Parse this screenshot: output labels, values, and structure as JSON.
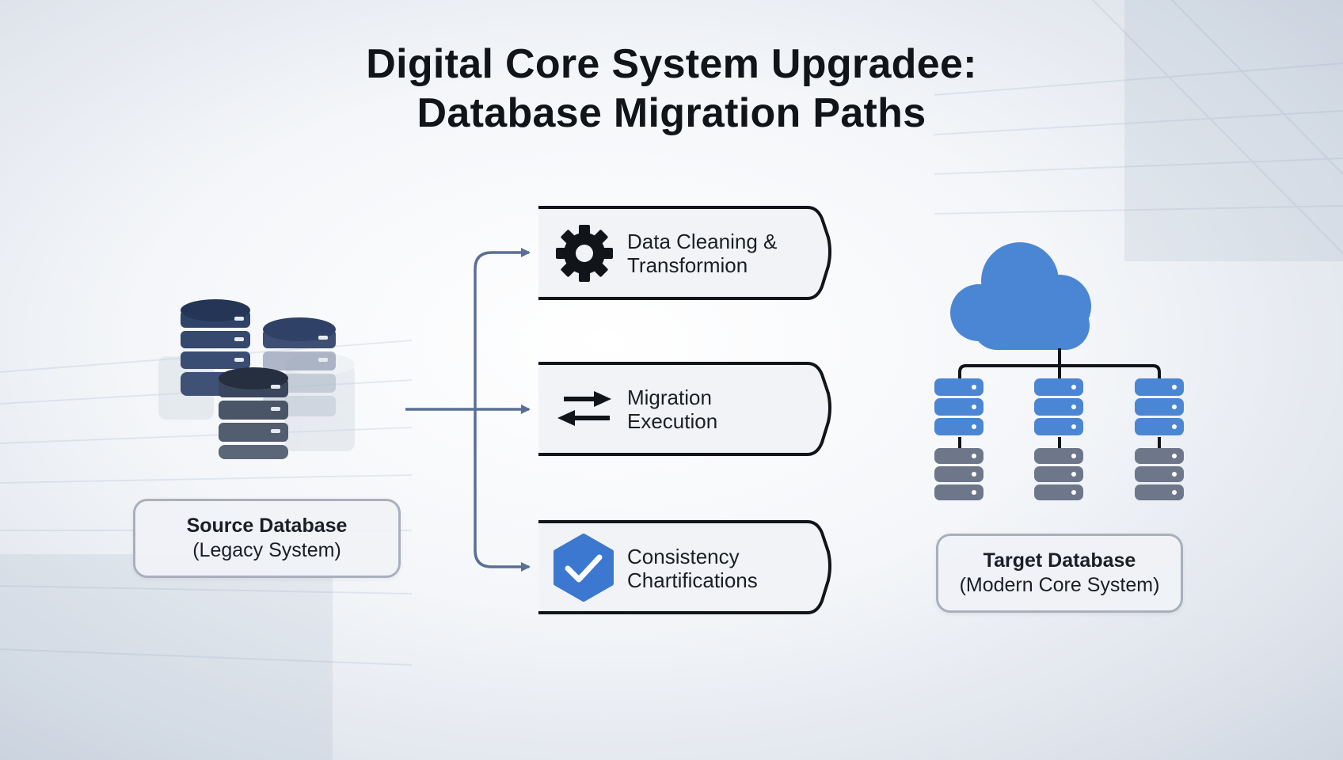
{
  "title": {
    "line1": "Digital Core System Upgradee:",
    "line2": "Database Migration Paths"
  },
  "source": {
    "name": "Source Database",
    "subtitle": "(Legacy System)",
    "icon": "database-stack-icon"
  },
  "steps": [
    {
      "line1": "Data Cleaning &",
      "line2": "Transformion",
      "icon": "gear-icon"
    },
    {
      "line1": "Migration",
      "line2": "Execution",
      "icon": "swap-arrows-icon"
    },
    {
      "line1": "Consistency",
      "line2": "Chartifications",
      "icon": "check-shield-icon"
    }
  ],
  "target": {
    "name": "Target Database",
    "subtitle": "(Modern Core System)",
    "icon": "cloud-database-icon"
  },
  "colors": {
    "navy": "#2b3a55",
    "steel": "#5b6679",
    "cloud_blue": "#4a86d4",
    "connector": "#5a6f95",
    "step_border": "#111418"
  }
}
